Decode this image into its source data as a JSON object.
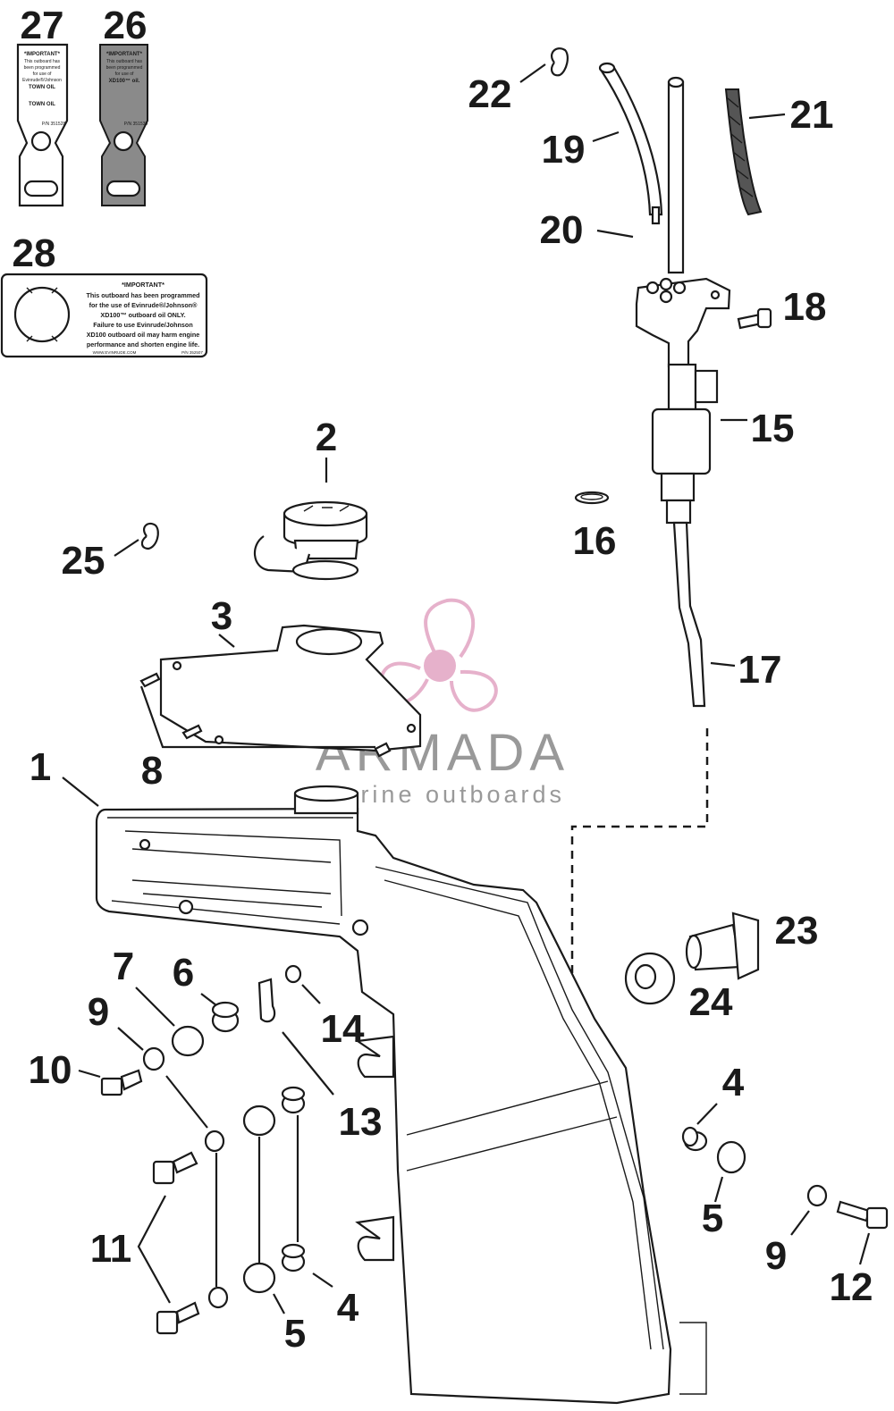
{
  "callouts": {
    "c1": "1",
    "c2": "2",
    "c3": "3",
    "c4a": "4",
    "c4b": "4",
    "c5a": "5",
    "c5b": "5",
    "c6": "6",
    "c7": "7",
    "c8": "8",
    "c9a": "9",
    "c9b": "9",
    "c10": "10",
    "c11": "11",
    "c12": "12",
    "c13": "13",
    "c14": "14",
    "c15": "15",
    "c16": "16",
    "c17": "17",
    "c18": "18",
    "c19": "19",
    "c20": "20",
    "c21": "21",
    "c22": "22",
    "c23": "23",
    "c24": "24",
    "c25": "25",
    "c26": "26",
    "c27": "27",
    "c28": "28"
  },
  "tag27": {
    "l1": "*IMPORTANT*",
    "l2": "This outboard has",
    "l3": "been programmed",
    "l4": "for use of",
    "l5": "Evinrude®/Johnson",
    "l6": "TOWN OIL",
    "l7": "TOWN OIL",
    "pn": "P/N 351528"
  },
  "tag26": {
    "l1": "*IMPORTANT*",
    "l2": "This outboard has",
    "l3": "been programmed",
    "l4": "for use of",
    "l5": "XD100™ oil.",
    "pn": "P/N 351530"
  },
  "decal28": {
    "l1": "*IMPORTANT*",
    "l2": "This outboard has been programmed",
    "l3": "for the use of Evinrude®/Johnson®",
    "l4": "XD100™ outboard oil ONLY.",
    "l5": "Failure to use Evinrude/Johnson",
    "l6": "XD100 outboard oil may harm engine",
    "l7": "performance and shorten engine life.",
    "url": "WWW.EVINRUDE.COM",
    "pn": "P/N 352507"
  },
  "watermark": {
    "title": "ARMADA",
    "subtitle": "marine outboards",
    "logo_color": "#e4a9c6"
  }
}
